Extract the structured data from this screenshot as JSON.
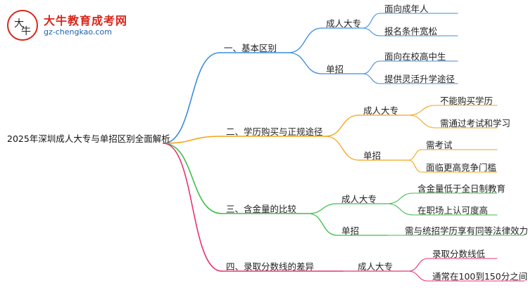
{
  "logo": {
    "title": "大牛教育成考网",
    "url": "gz-chengkao.com"
  },
  "root": "2025年深圳成人大专与单招区别全面解析",
  "branches": [
    {
      "label": "一、基本区别",
      "color": "#3b8de0",
      "children": [
        {
          "label": "成人大专",
          "leaves": [
            "面向成年人",
            "报名条件宽松"
          ]
        },
        {
          "label": "单招",
          "leaves": [
            "面向在校高中生",
            "提供灵活升学途径"
          ]
        }
      ]
    },
    {
      "label": "二、学历购买与正规途径",
      "color": "#f2a31b",
      "children": [
        {
          "label": "成人大专",
          "leaves": [
            "不能购买学历",
            "需通过考试和学习"
          ]
        },
        {
          "label": "单招",
          "leaves": [
            "需考试",
            "面临更高竞争门槛"
          ]
        }
      ]
    },
    {
      "label": "三、含金量的比较",
      "color": "#3cbf4a",
      "children": [
        {
          "label": "成人大专",
          "leaves": [
            "含金量低于全日制教育",
            "在职场上认可度高"
          ]
        },
        {
          "label": "单招",
          "leaves": [
            "需与统招学历享有同等法律效力"
          ]
        }
      ]
    },
    {
      "label": "四、录取分数线的差异",
      "color": "#e8336d",
      "children": [
        {
          "label": "成人大专",
          "leaves": [
            "录取分数线低",
            "通常在100到150分之间"
          ]
        }
      ]
    }
  ]
}
